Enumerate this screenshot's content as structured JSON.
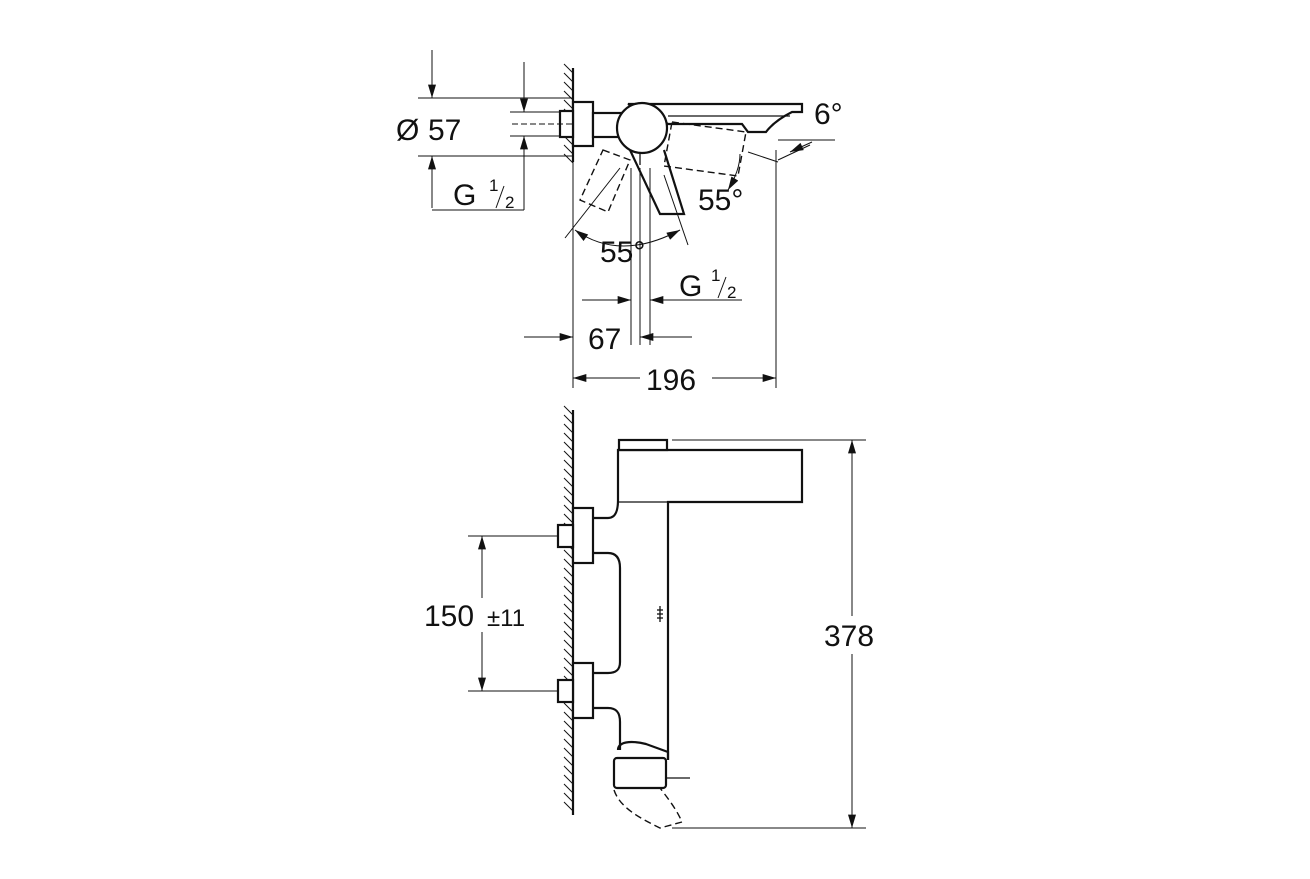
{
  "top_view": {
    "diameter_symbol": "Ø",
    "diameter_value": "57",
    "thread_left": {
      "letter": "G",
      "num": "1",
      "den": "2"
    },
    "thread_right": {
      "letter": "G",
      "num": "1",
      "den": "2"
    },
    "angle_spout": "6°",
    "angle_lever_right": "55°",
    "angle_lever_left": "55°",
    "dim_offset": "67",
    "dim_depth": "196"
  },
  "side_view": {
    "dim_centers": "150",
    "dim_centers_tol": "±11",
    "dim_height": "378"
  }
}
